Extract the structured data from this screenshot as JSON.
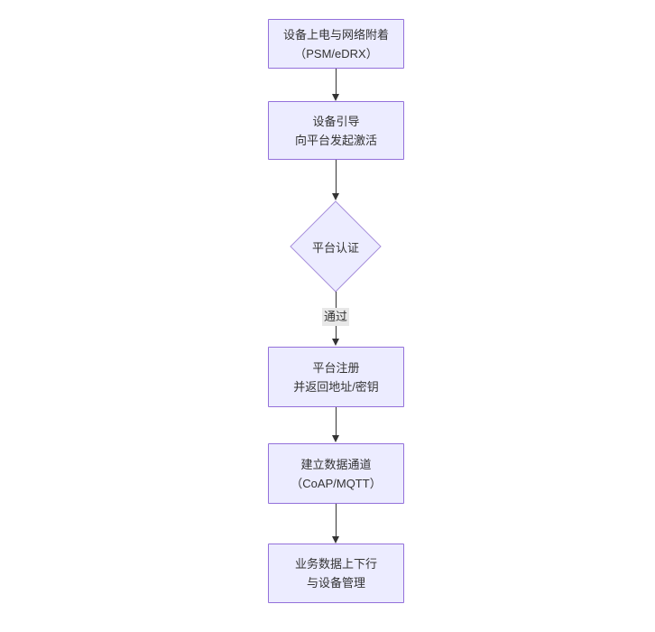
{
  "diagram": {
    "type": "flowchart",
    "direction": "top-down",
    "colors": {
      "node_fill": "#ECECFF",
      "node_border": "#9370DB",
      "diamond_border": "#A78FDB",
      "edge_line": "#333333",
      "edge_label_bg": "#E8E8E8",
      "text": "#333333",
      "background": "#FFFFFF"
    },
    "nodes": [
      {
        "id": "A",
        "shape": "rect",
        "lines": [
          "设备上电与网络附着",
          "（PSM/eDRX）"
        ]
      },
      {
        "id": "B",
        "shape": "rect",
        "lines": [
          "设备引导",
          "向平台发起激活"
        ]
      },
      {
        "id": "C",
        "shape": "diamond",
        "lines": [
          "平台认证"
        ]
      },
      {
        "id": "D",
        "shape": "rect",
        "lines": [
          "平台注册",
          "并返回地址/密钥"
        ]
      },
      {
        "id": "E",
        "shape": "rect",
        "lines": [
          "建立数据通道",
          "（CoAP/MQTT）"
        ]
      },
      {
        "id": "F",
        "shape": "rect",
        "lines": [
          "业务数据上下行",
          "与设备管理"
        ]
      }
    ],
    "edges": [
      {
        "from": "A",
        "to": "B",
        "label": ""
      },
      {
        "from": "B",
        "to": "C",
        "label": ""
      },
      {
        "from": "C",
        "to": "D",
        "label": "通过"
      },
      {
        "from": "D",
        "to": "E",
        "label": ""
      },
      {
        "from": "E",
        "to": "F",
        "label": ""
      }
    ]
  }
}
